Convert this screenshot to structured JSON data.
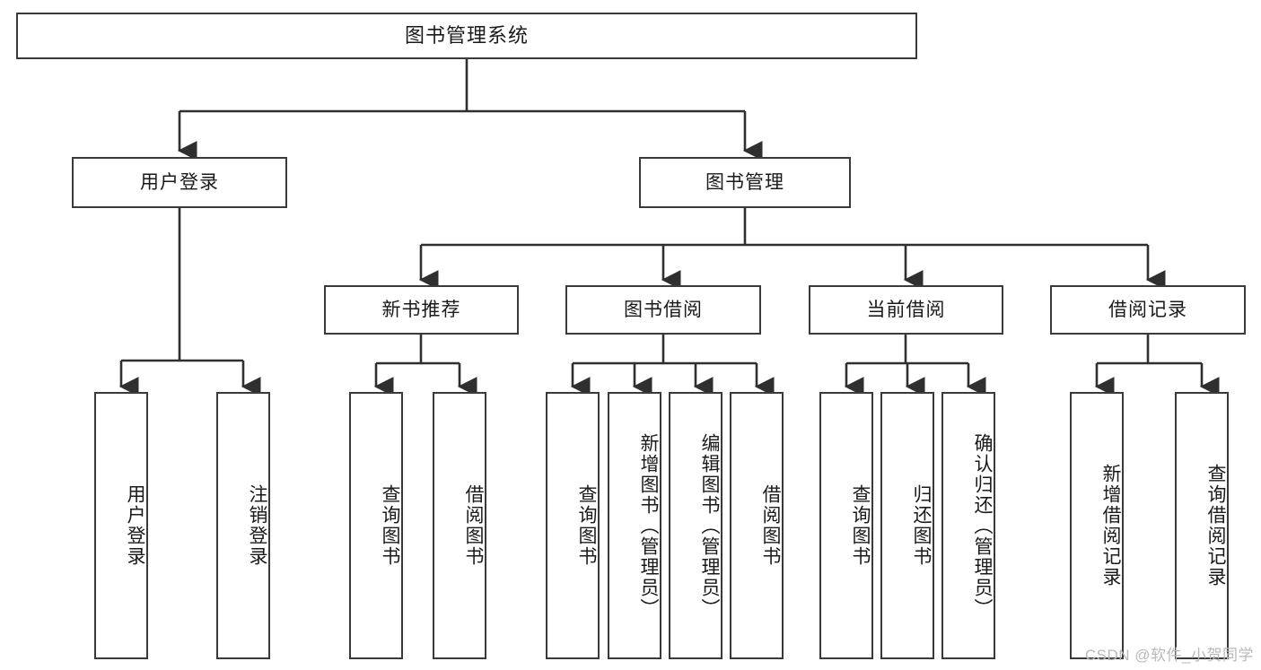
{
  "diagram": {
    "title": "图书管理系统",
    "watermark": "CSDN @软件_小贺同学",
    "colors": {
      "box_border": "#3a3a3a",
      "box_fill": "#ffffff",
      "edge": "#2f2f2f",
      "text": "#1a1a1a",
      "watermark": "#b9b9b9",
      "background": "#ffffff"
    },
    "root": {
      "label": "图书管理系统"
    },
    "level2": [
      {
        "label": "用户登录"
      },
      {
        "label": "图书管理"
      }
    ],
    "level3": [
      {
        "label": "新书推荐"
      },
      {
        "label": "图书借阅"
      },
      {
        "label": "当前借阅"
      },
      {
        "label": "借阅记录"
      }
    ],
    "leaves": {
      "user_login": [
        {
          "label": "用户登录"
        },
        {
          "label": "注销登录"
        }
      ],
      "new_book_recommend": [
        {
          "label": "查询图书"
        },
        {
          "label": "借阅图书"
        }
      ],
      "book_borrow": [
        {
          "label": "查询图书"
        },
        {
          "label": "新增图书（管理员）"
        },
        {
          "label": "编辑图书（管理员）"
        },
        {
          "label": "借阅图书"
        }
      ],
      "current_borrow": [
        {
          "label": "查询图书"
        },
        {
          "label": "归还图书"
        },
        {
          "label": "确认归还（管理员）"
        }
      ],
      "borrow_record": [
        {
          "label": "新增借阅记录"
        },
        {
          "label": "查询借阅记录"
        }
      ]
    }
  }
}
